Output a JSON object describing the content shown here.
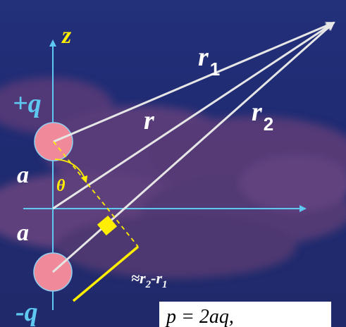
{
  "labels": {
    "z_axis": "z",
    "plus_charge": "+q",
    "minus_charge": "-q",
    "a_upper": "a",
    "a_lower": "a",
    "theta": "θ",
    "r": "r",
    "r1_base": "r",
    "r1_sub": "1",
    "r2_base": "r",
    "r2_sub": "2",
    "diff_prefix": "≈r",
    "diff_sub1": "2",
    "diff_mid": "-r",
    "diff_sub2": "1"
  },
  "formula": "p = 2aq,",
  "colors": {
    "background": "#1f2b72",
    "cloud": "#6a3d7a",
    "axis": "#5fc8f0",
    "line": "#e6e6e6",
    "charge": "#f08a9a",
    "highlight": "#ffee00"
  }
}
